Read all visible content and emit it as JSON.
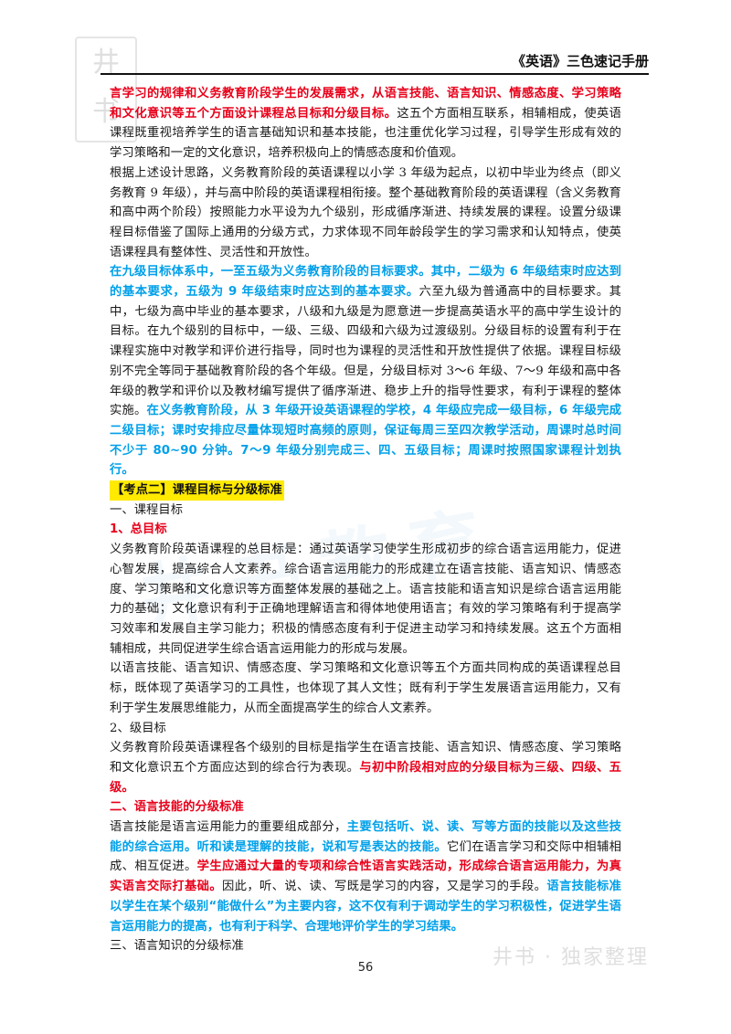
{
  "header": {
    "title": "《英语》三色速记手册"
  },
  "seal": {
    "text": "井书"
  },
  "watermark": {
    "text": "井书教育"
  },
  "footer": {
    "brand": "井书 · 独家整理",
    "page_number": "56"
  },
  "paragraphs": [
    {
      "spans": [
        {
          "style": "r",
          "text": "言学习的规律和义务教育阶段学生的发展需求，从语言技能、语言知识、情感态度、学习策略和文化意识等五个方面设计课程总目标和分级目标。"
        },
        {
          "style": "n",
          "text": "这五个方面相互联系，相辅相成，使英语课程既重视培养学生的语言基础知识和基本技能，也注重优化学习过程，引导学生形成有效的学习策略和一定的文化意识，培养积极向上的情感态度和价值观。"
        }
      ]
    },
    {
      "spans": [
        {
          "style": "n",
          "text": "根据上述设计思路，义务教育阶段的英语课程以小学 3 年级为起点，以初中毕业为终点（即义务教育 9 年级），并与高中阶段的英语课程相衔接。整个基础教育阶段的英语课程（含义务教育和高中两个阶段）按照能力水平设为九个级别，形成循序渐进、持续发展的课程。设置分级课程目标借鉴了国际上通用的分级方式，力求体现不同年龄段学生的学习需求和认知特点，使英语课程具有整体性、灵活性和开放性。"
        }
      ]
    },
    {
      "spans": [
        {
          "style": "b",
          "text": "在九级目标体系中，一至五级为义务教育阶段的目标要求。其中，二级为 6 年级结束时应达到的基本要求，五级为 9 年级结束时应达到的基本要求。"
        },
        {
          "style": "n",
          "text": "六至九级为普通高中的目标要求。其中，七级为高中毕业的基本要求，八级和九级是为愿意进一步提高英语水平的高中学生设计的目标。在九个级别的目标中，一级、三级、四级和六级为过渡级别。分级目标的设置有利于在课程实施中对教学和评价进行指导，同时也为课程的灵活性和开放性提供了依据。课程目标级别不完全等同于基础教育阶段的各个年级。但是，分级目标对 3～6 年级、7～9 年级和高中各年级的教学和评价以及教材编写提供了循序渐进、稳步上升的指导性要求，有利于课程的整体实施。"
        },
        {
          "style": "b",
          "text": "在义务教育阶段，从 3 年级开设英语课程的学校，4 年级应完成一级目标，6 年级完成二级目标；课时安排应尽量体现短时高频的原则，保证每周三至四次教学活动，周课时总时间不少于 80~90 分钟。7～9 年级分别完成三、四、五级目标；周课时按照国家课程计划执行。"
        }
      ]
    },
    {
      "spans": [
        {
          "style": "kd",
          "text": "【考点二】课程目标与分级标准"
        }
      ]
    },
    {
      "spans": [
        {
          "style": "n",
          "text": "一、课程目标"
        }
      ]
    },
    {
      "spans": [
        {
          "style": "h1",
          "text": "1、总目标"
        }
      ]
    },
    {
      "spans": [
        {
          "style": "n",
          "text": "义务教育阶段英语课程的总目标是：通过英语学习使学生形成初步的综合语言运用能力，促进心智发展，提高综合人文素养。综合语言运用能力的形成建立在语言技能、语言知识、情感态度、学习策略和文化意识等方面整体发展的基础之上。语言技能和语言知识是综合语言运用能力的基础；文化意识有利于正确地理解语言和得体地使用语言；有效的学习策略有利于提高学习效率和发展自主学习能力；积极的情感态度有利于促进主动学习和持续发展。这五个方面相辅相成，共同促进学生综合语言运用能力的形成与发展。"
        }
      ]
    },
    {
      "spans": [
        {
          "style": "n",
          "text": "以语言技能、语言知识、情感态度、学习策略和文化意识等五个方面共同构成的英语课程总目标，既体现了英语学习的工具性，也体现了其人文性；既有利于学生发展语言运用能力，又有利于学生发展思维能力，从而全面提高学生的综合人文素养。"
        }
      ]
    },
    {
      "spans": [
        {
          "style": "n",
          "text": "2、级目标"
        }
      ]
    },
    {
      "spans": [
        {
          "style": "n",
          "text": "义务教育阶段英语课程各个级别的目标是指学生在语言技能、语言知识、情感态度、学习策略和文化意识五个方面应达到的综合行为表现。"
        },
        {
          "style": "r",
          "text": "与初中阶段相对应的分级目标为三级、四级、五级。"
        }
      ]
    },
    {
      "spans": [
        {
          "style": "h1",
          "text": "二、语言技能的分级标准"
        }
      ]
    },
    {
      "spans": [
        {
          "style": "n",
          "text": "语言技能是语言运用能力的重要组成部分，"
        },
        {
          "style": "b",
          "text": "主要包括听、说、读、写等方面的技能以及这些技能的综合运用。听和读是理解的技能，说和写是表达的技能。"
        },
        {
          "style": "n",
          "text": "它们在语言学习和交际中相辅相成、相互促进。"
        },
        {
          "style": "r",
          "text": "学生应通过大量的专项和综合性语言实践活动，形成综合语言运用能力，为真实语言交际打基础。"
        },
        {
          "style": "n",
          "text": "因此，听、说、读、写既是学习的内容，又是学习的手段。"
        },
        {
          "style": "b",
          "text": "语言技能标准以学生在某个级别“能做什么”为主要内容，这不仅有利于调动学生的学习积极性，促进学生语言运用能力的提高，也有利于科学、合理地评价学生的学习结果。"
        }
      ]
    },
    {
      "spans": [
        {
          "style": "n",
          "text": "三、语言知识的分级标准"
        }
      ]
    }
  ]
}
